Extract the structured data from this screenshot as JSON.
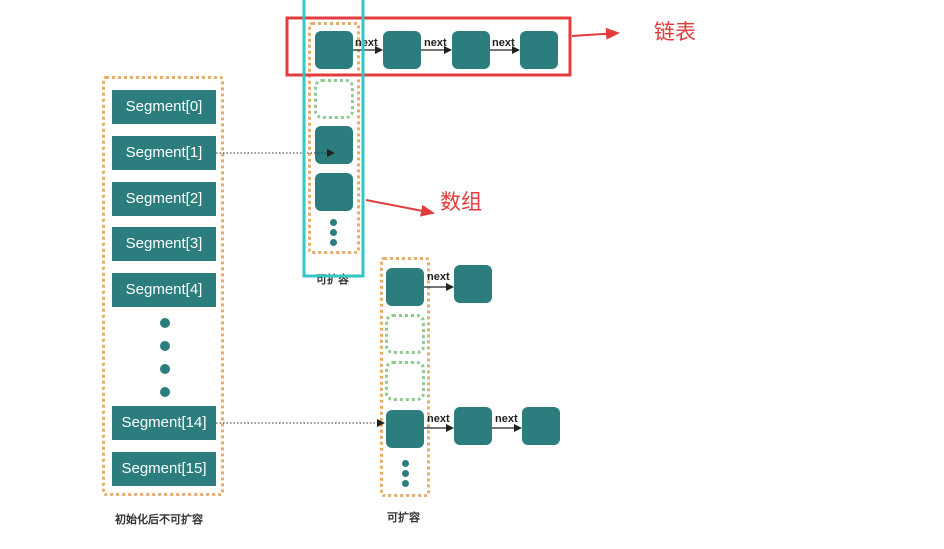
{
  "segments": [
    "Segment[0]",
    "Segment[1]",
    "Segment[2]",
    "Segment[3]",
    "Segment[4]",
    "Segment[14]",
    "Segment[15]"
  ],
  "captions": {
    "segment_array": "初始化后不可扩容",
    "expandable_top": "可扩容",
    "expandable_bottom": "可扩容"
  },
  "labels": {
    "linked_list": "链表",
    "array": "数组",
    "next": "next"
  },
  "colors": {
    "node": "#2b7e7d",
    "dotted_border": "#e7ab6a",
    "empty_slot": "#8dcb8f",
    "highlight_red": "#e23c3c",
    "highlight_cyan": "#32c6c6"
  }
}
